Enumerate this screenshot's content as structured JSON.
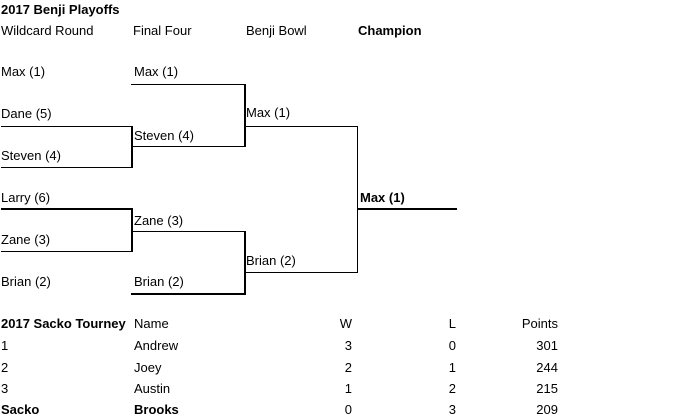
{
  "colors": {
    "background": "#ffffff",
    "text": "#000000",
    "bracket_line": "#000000"
  },
  "bracket": {
    "title": "2017 Benji Playoffs",
    "round_headers": [
      "Wildcard Round",
      "Final Four",
      "Benji Bowl",
      "Champion"
    ],
    "wildcard_round": [
      "Max (1)",
      "Dane (5)",
      "Steven (4)",
      "Larry (6)",
      "Zane (3)",
      "Brian (2)"
    ],
    "final_four": [
      "Max (1)",
      "Steven (4)",
      "Zane (3)",
      "Brian (2)"
    ],
    "benji_bowl": [
      "Max (1)",
      "Brian (2)"
    ],
    "champion": "Max (1)"
  },
  "sacko_tourney": {
    "title": "2017 Sacko Tourney",
    "headers": {
      "name": "Name",
      "wins": "W",
      "losses": "L",
      "points": "Points"
    },
    "rows": [
      {
        "rank": "1",
        "name": "Andrew",
        "wins": 3,
        "losses": 0,
        "points": 301
      },
      {
        "rank": "2",
        "name": "Joey",
        "wins": 2,
        "losses": 1,
        "points": 244
      },
      {
        "rank": "3",
        "name": "Austin",
        "wins": 1,
        "losses": 2,
        "points": 215
      },
      {
        "rank": "Sacko",
        "name": "Brooks",
        "wins": 0,
        "losses": 3,
        "points": 209
      }
    ]
  }
}
